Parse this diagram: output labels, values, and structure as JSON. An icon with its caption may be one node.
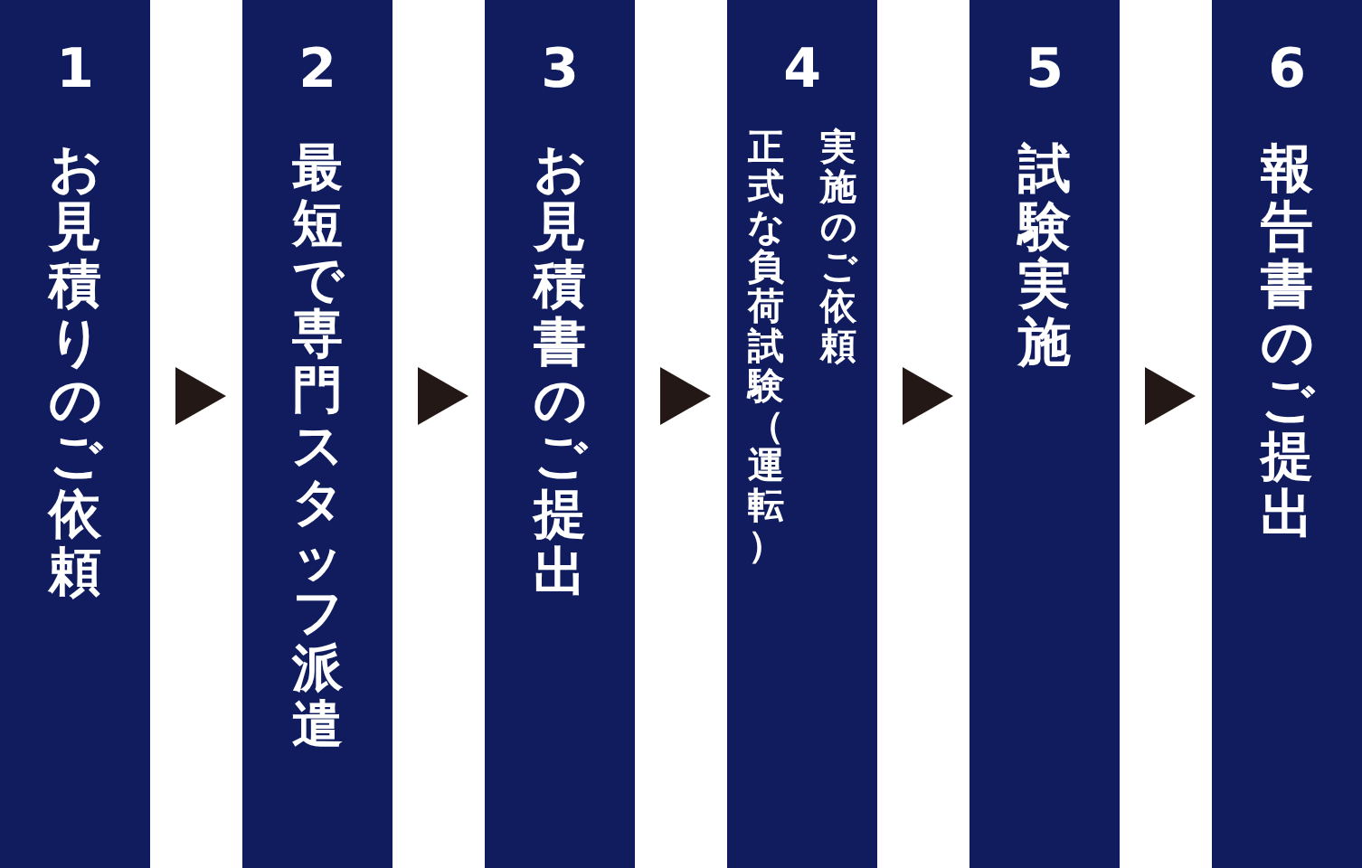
{
  "diagram": {
    "nodes": [
      {
        "text": [
          "1",
          "お見積りのご依頼"
        ]
      },
      {
        "text": [
          "2",
          "最短で専門スタッフ派遣"
        ]
      },
      {
        "text": [
          "3",
          "お見積書のご提出"
        ]
      },
      {
        "text": [
          "4",
          "正式な負荷試験（運転）実施のご依頼"
        ]
      },
      {
        "text": [
          "5",
          "試験実施"
        ]
      },
      {
        "text": [
          "6",
          "報告書のご提出"
        ]
      }
    ],
    "edges": [
      {
        "from": 0,
        "to": 1,
        "arrow": "to"
      },
      {
        "from": 1,
        "to": 2,
        "arrow": "to"
      },
      {
        "from": 2,
        "to": 3,
        "arrow": "to"
      },
      {
        "from": 3,
        "to": 4,
        "arrow": "to"
      },
      {
        "from": 4,
        "to": 5,
        "arrow": "to"
      }
    ]
  }
}
